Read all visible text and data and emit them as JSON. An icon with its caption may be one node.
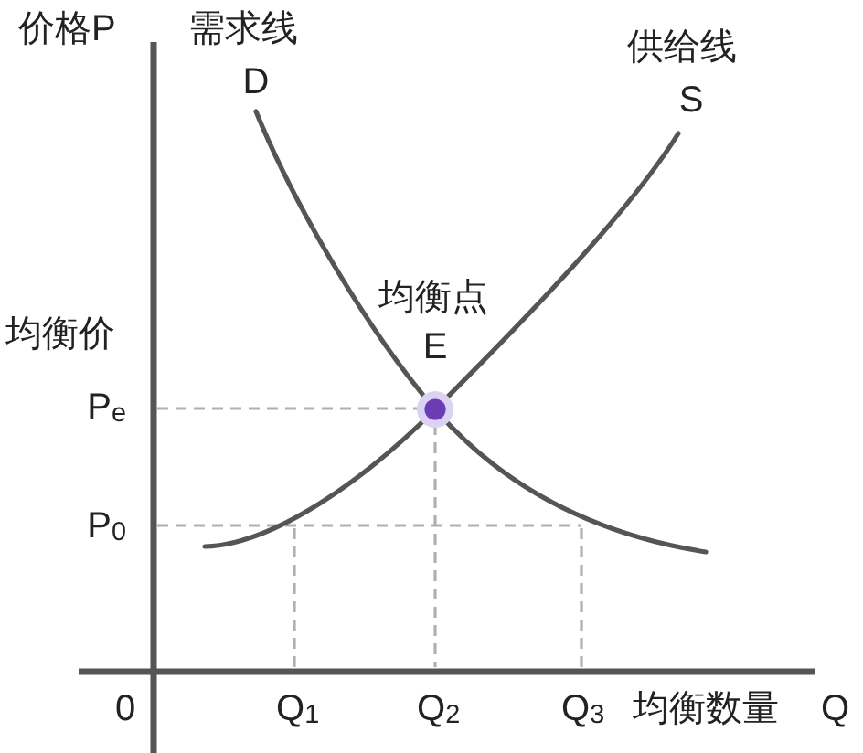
{
  "diagram": {
    "labels": [
      "价格P",
      "需求线",
      "供给线",
      "D",
      "S",
      "均衡点",
      "均衡价",
      "E",
      "P$_{e}$",
      "P$_{0}$",
      "0",
      "Q$_{1}$",
      "Q$_{2}$",
      "Q$_{3}$",
      "均衡数量",
      "Q"
    ]
  }
}
